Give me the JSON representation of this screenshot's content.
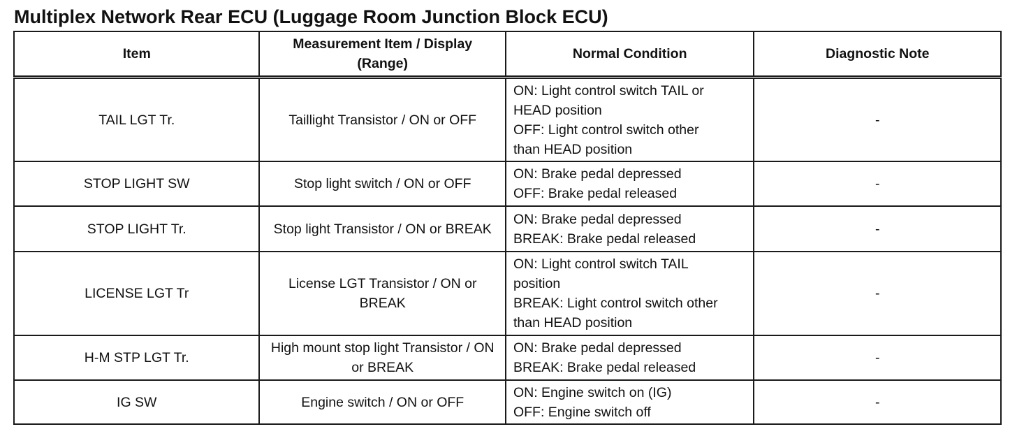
{
  "title": "Multiplex Network Rear ECU (Luggage Room Junction Block ECU)",
  "table": {
    "headers": {
      "item": "Item",
      "measurement": "Measurement Item / Display (Range)",
      "normal": "Normal Condition",
      "note": "Diagnostic Note"
    },
    "rows": [
      {
        "item": "TAIL LGT Tr.",
        "measurement": "Taillight Transistor / ON or OFF",
        "condition": [
          "ON: Light control switch TAIL or",
          "HEAD position",
          "OFF: Light control switch other",
          "than HEAD position"
        ],
        "note": "-"
      },
      {
        "item": "STOP LIGHT SW",
        "measurement": "Stop light switch / ON or OFF",
        "condition": [
          "ON: Brake pedal depressed",
          "OFF: Brake pedal released"
        ],
        "note": "-"
      },
      {
        "item": "STOP LIGHT Tr.",
        "measurement": "Stop light Transistor / ON or BREAK",
        "condition": [
          "ON: Brake pedal depressed",
          "BREAK: Brake pedal released"
        ],
        "note": "-"
      },
      {
        "item": "LICENSE LGT Tr",
        "measurement": "License LGT Transistor / ON or BREAK",
        "condition": [
          "ON: Light control switch TAIL",
          "position",
          "BREAK: Light control switch other",
          "than HEAD position"
        ],
        "note": "-"
      },
      {
        "item": "H-M STP LGT Tr.",
        "measurement": "High mount stop light Transistor / ON or BREAK",
        "condition": [
          "ON: Brake pedal depressed",
          "BREAK: Brake pedal released"
        ],
        "note": "-"
      },
      {
        "item": "IG SW",
        "measurement": "Engine switch / ON or OFF",
        "condition": [
          "ON: Engine switch on (IG)",
          "OFF: Engine  switch off"
        ],
        "note": "-"
      }
    ]
  }
}
